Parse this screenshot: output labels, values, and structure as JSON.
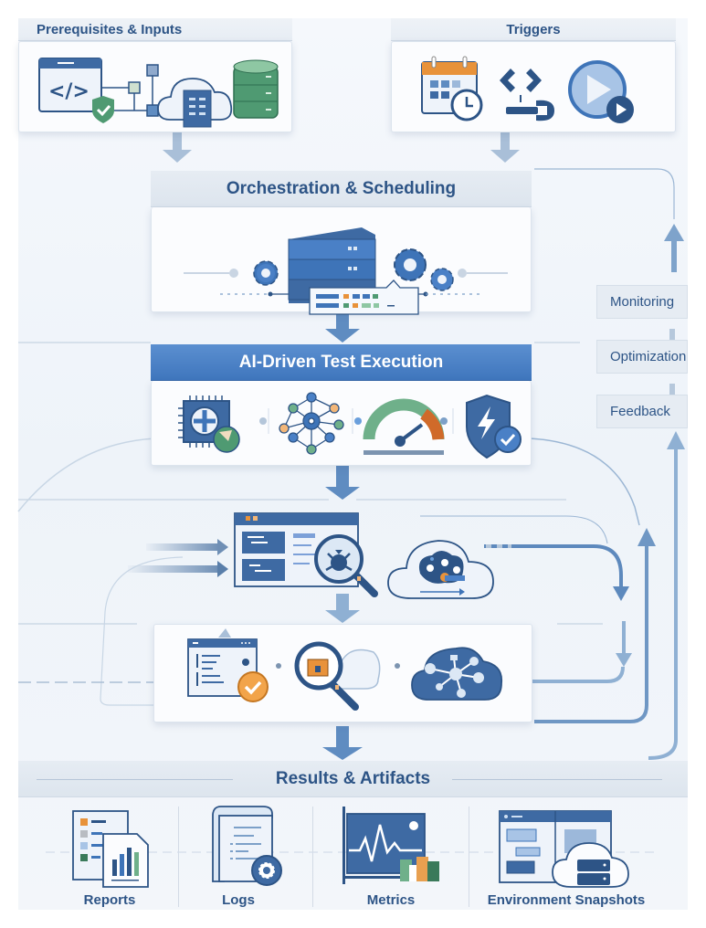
{
  "diagram": {
    "sections": {
      "prerequisites": {
        "title": "Prerequisites & Inputs",
        "icons": [
          "code-window-shield-icon",
          "network-nodes-icon",
          "cloud-building-icon",
          "database-icon"
        ]
      },
      "triggers": {
        "title": "Triggers",
        "icons": [
          "calendar-clock-icon",
          "code-wrench-icon",
          "play-button-icon"
        ]
      },
      "orchestration": {
        "title": "Orchestration & Scheduling",
        "icons": [
          "gear-icon",
          "server-stack-icon",
          "gear-icon",
          "gear-icon",
          "task-queue-panel-icon"
        ]
      },
      "execution": {
        "title": "AI-Driven Test Execution",
        "icons": [
          "ai-chip-icon",
          "neural-network-icon",
          "performance-gauge-icon",
          "security-shield-icon"
        ]
      },
      "analysis": {
        "icons": [
          "browser-window-icon",
          "bug-magnifier-icon",
          "cloud-ai-brain-icon"
        ]
      },
      "validation": {
        "icons": [
          "checked-document-icon",
          "inspection-magnifier-icon",
          "cloud-network-icon"
        ]
      },
      "results": {
        "title": "Results & Artifacts",
        "items": [
          {
            "label": "Reports",
            "icon": "report-chart-icon"
          },
          {
            "label": "Logs",
            "icon": "log-scroll-gear-icon"
          },
          {
            "label": "Metrics",
            "icon": "metrics-monitor-icon"
          },
          {
            "label": "Environment Snapshots",
            "icon": "environment-snapshot-icon"
          }
        ]
      }
    },
    "feedback_loop": {
      "steps": [
        "Monitoring",
        "Optimization",
        "Feedback"
      ]
    },
    "colors": {
      "primary": "#2d5486",
      "accent_blue": "#3e74b8",
      "header_active": "#4a80c6",
      "green": "#4f9a72",
      "orange": "#e8923a",
      "arrow": "#8fb0d3"
    }
  }
}
